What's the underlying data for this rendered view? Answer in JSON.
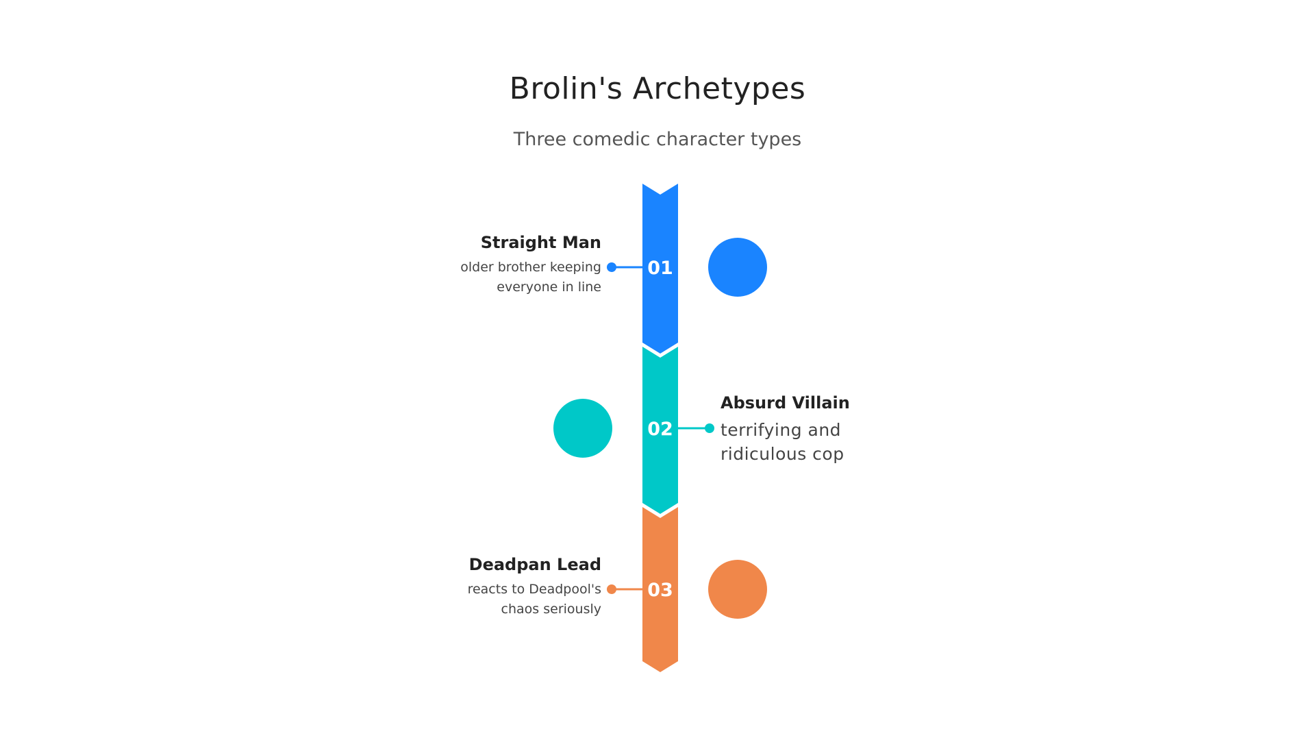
{
  "title": "Brolin's Archetypes",
  "subtitle": "Three comedic character types",
  "steps": [
    {
      "number": "01",
      "heading": "Straight Man",
      "description": "older brother keeping everyone in line",
      "color": "#1a84ff",
      "side": "left"
    },
    {
      "number": "02",
      "heading": "Absurd Villain",
      "description": "terrifying and ridiculous cop",
      "color": "#00c8c8",
      "side": "right"
    },
    {
      "number": "03",
      "heading": "Deadpan Lead",
      "description": "reacts to Deadpool's chaos seriously",
      "color": "#f0874a",
      "side": "left"
    }
  ]
}
